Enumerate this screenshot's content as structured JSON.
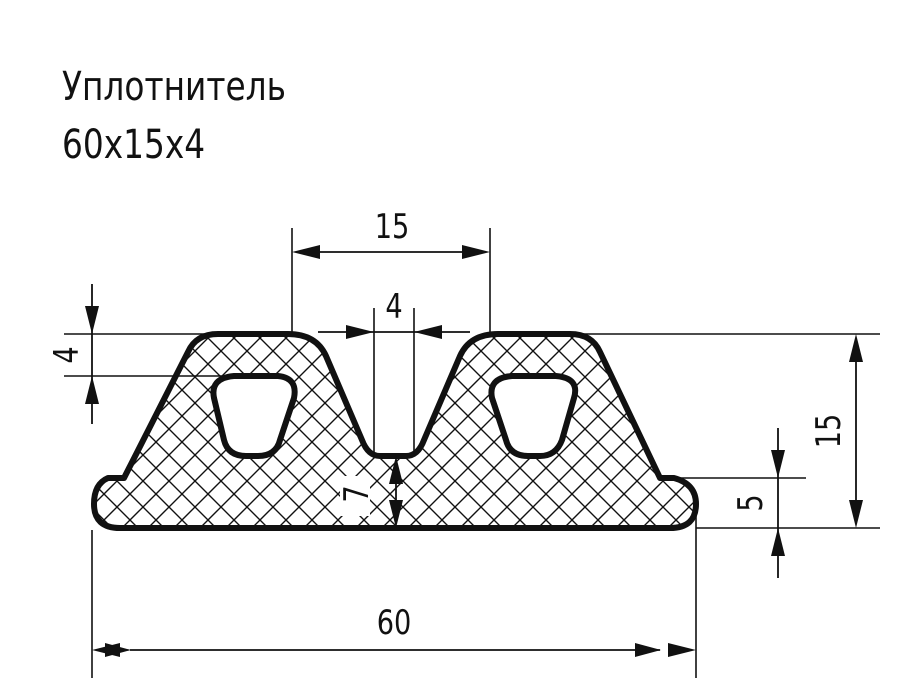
{
  "title": {
    "name": "Уплотнитель",
    "size": "60x15x4"
  },
  "dimensions": {
    "total_width": "60",
    "top_gap_span": "15",
    "slot_width": "4",
    "total_height": "15",
    "top_thickness": "4",
    "foot_height": "5",
    "slot_depth": "7"
  },
  "colors": {
    "line": "#111111",
    "background": "#ffffff"
  }
}
